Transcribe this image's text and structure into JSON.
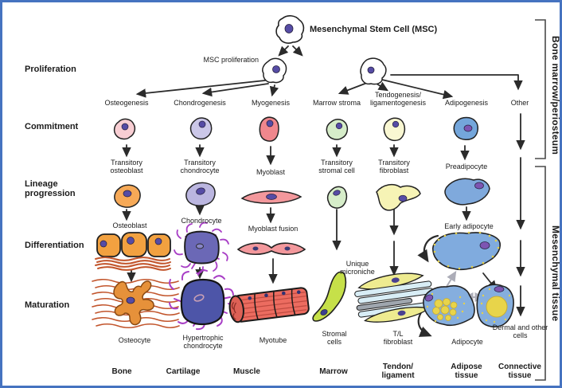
{
  "title": "Mesenchymal Stem Cell (MSC)",
  "msc_proliferation": "MSC proliferation",
  "stages": [
    "Proliferation",
    "Commitment",
    "Lineage progression",
    "Differentiation",
    "Maturation"
  ],
  "brackets": {
    "bone_marrow": "Bone marrow/periosteum",
    "mesenchymal": "Mesenchymal tissue"
  },
  "columns": [
    {
      "commitment": "Osteogenesis",
      "lineage": "Transitory osteoblast",
      "differentiation": "Osteoblast",
      "maturation": "Osteocyte",
      "tissue": "Bone"
    },
    {
      "commitment": "Chondrogenesis",
      "lineage": "Transitory chondrocyte",
      "differentiation": "Chondrocyte",
      "maturation": "Hypertrophic chondrocyte",
      "tissue": "Cartilage"
    },
    {
      "commitment": "Myogenesis",
      "lineage": "Myoblast",
      "differentiation": "Myoblast fusion",
      "maturation": "Myotube",
      "tissue": "Muscle"
    },
    {
      "commitment": "Marrow stroma",
      "lineage": "Transitory stromal cell",
      "differentiation": "Unique microniche",
      "maturation": "Stromal cells",
      "tissue": "Marrow"
    },
    {
      "commitment": "Tendogenesis/ ligamentogenesis",
      "lineage": "Transitory fibroblast",
      "maturation": "T/L fibroblast",
      "tissue": "Tendon/ ligament"
    },
    {
      "commitment": "Adipogenesis",
      "lineage": "Preadipocyte",
      "differentiation": "Early adipocyte",
      "maturation": "Adipocyte",
      "tissue": "Adipose tissue"
    },
    {
      "commitment": "Other",
      "maturation": "Dermal and other cells",
      "tissue": "Connective tissue"
    }
  ],
  "colors": {
    "border": "#4673C0",
    "arrow": "#2B2B2B",
    "gray_arrow": "#ACADB8",
    "nucleus_purple": "#564CA5",
    "osteo_orange": "#F2A140",
    "chondro_lavender": "#CBC7E8",
    "chondro_blue": "#4D55A8",
    "matrix_magenta": "#A83EC6",
    "myo_salmon": "#F0878D",
    "myotube_red": "#EC6C60",
    "stroma_green": "#D6EDC9",
    "stromal_lime": "#C6E049",
    "tendon_yellow": "#F6F3B5",
    "fiber_blue": "#D8EDF5",
    "adipo_blue": "#7FA9DC",
    "lipid_yellow": "#E8D44A",
    "bone_matrix_red": "#C2552C",
    "osteo_pink": "#F8CED3"
  }
}
